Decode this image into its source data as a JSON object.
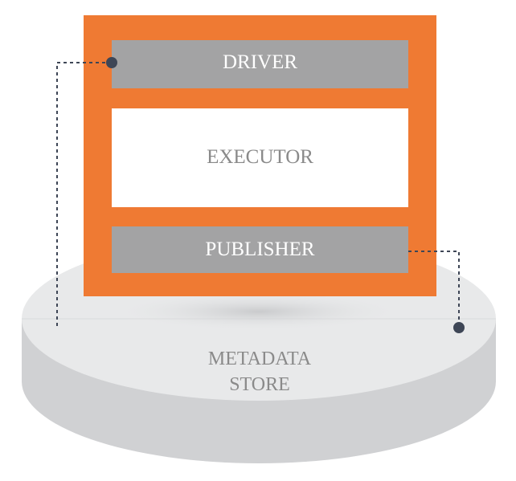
{
  "components": {
    "driver": "DRIVER",
    "executor": "EXECUTOR",
    "publisher": "PUBLISHER"
  },
  "store": {
    "line1": "METADATA",
    "line2": "STORE"
  },
  "colors": {
    "frame": "#ef7a33",
    "block_gray": "#a3a3a4",
    "executor_bg": "#ffffff",
    "disk_top": "#e8e9ea",
    "disk_side": "#cfd0d2",
    "connector": "#3e4656",
    "label_gray": "#8a8a8a"
  }
}
